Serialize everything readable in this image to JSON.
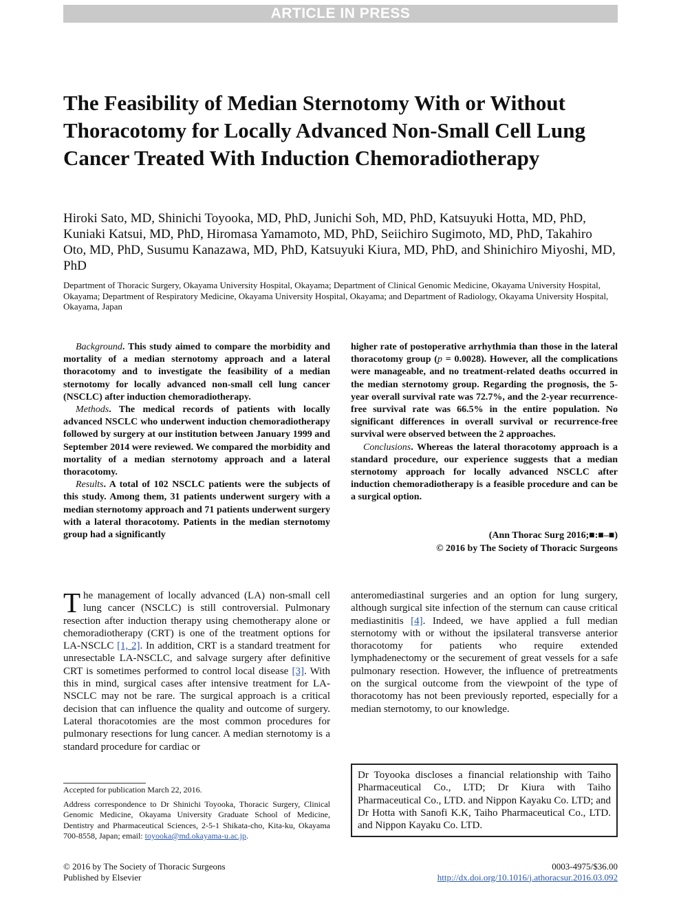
{
  "banner": "ARTICLE IN PRESS",
  "title": "The Feasibility of Median Sternotomy With or Without Thoracotomy for Locally Advanced Non-Small Cell Lung Cancer Treated With Induction Chemoradiotherapy",
  "authors": "Hiroki Sato, MD, Shinichi Toyooka, MD, PhD, Junichi Soh, MD, PhD, Katsuyuki Hotta, MD, PhD, Kuniaki Katsui, MD, PhD, Hiromasa Yamamoto, MD, PhD, Seiichiro Sugimoto, MD, PhD, Takahiro Oto, MD, PhD, Susumu Kanazawa, MD, PhD, Katsuyuki Kiura, MD, PhD, and Shinichiro Miyoshi, MD, PhD",
  "affiliation": "Department of Thoracic Surgery, Okayama University Hospital, Okayama; Department of Clinical Genomic Medicine, Okayama University Hospital, Okayama; Department of Respiratory Medicine, Okayama University Hospital, Okayama; and Department of Radiology, Okayama University Hospital, Okayama, Japan",
  "abstract": {
    "background_label": "Background",
    "background": ". This study aimed to compare the morbidity and mortality of a median sternotomy approach and a lateral thoracotomy and to investigate the feasibility of a median sternotomy for locally advanced non-small cell lung cancer (NSCLC) after induction chemoradiotherapy.",
    "methods_label": "Methods",
    "methods": ". The medical records of patients with locally advanced NSCLC who underwent induction chemoradiotherapy followed by surgery at our institution between January 1999 and September 2014 were reviewed. We compared the morbidity and mortality of a median sternotomy approach and a lateral thoracotomy.",
    "results_label": "Results",
    "results_a": ". A total of 102 NSCLC patients were the subjects of this study. Among them, 31 patients underwent surgery with a median sternotomy approach and 71 patients underwent surgery with a lateral thoracotomy. Patients in the median sternotomy group had a significantly",
    "results_b1": "higher rate of postoperative arrhythmia than those in the lateral thoracotomy group (",
    "results_b_p": "p",
    "results_b2": " = 0.0028). However, all the complications were manageable, and no treatment-related deaths occurred in the median sternotomy group. Regarding the prognosis, the 5-year overall survival rate was 72.7%, and the 2-year recurrence-free survival rate was 66.5% in the entire population. No significant differences in overall survival or recurrence-free survival were observed between the 2 approaches.",
    "conclusions_label": "Conclusions",
    "conclusions": ". Whereas the lateral thoracotomy approach is a standard procedure, our experience suggests that a median sternotomy approach for locally advanced NSCLC after induction chemoradiotherapy is a feasible procedure and can be a surgical option."
  },
  "citation": "(Ann Thorac Surg 2016;■:■–■)",
  "copyright_line": "© 2016 by The Society of Thoracic Surgeons",
  "body": {
    "dropcap": "T",
    "col1_a": "he management of locally advanced (LA) non-small cell lung cancer (NSCLC) is still controversial. Pulmonary resection after induction therapy using chemotherapy alone or chemoradiotherapy (CRT) is one of the treatment options for LA-NSCLC ",
    "ref1": "[1, 2]",
    "col1_b": ". In addition, CRT is a standard treatment for unresectable LA-NSCLC, and salvage surgery after definitive CRT is sometimes performed to control local disease ",
    "ref2": "[3]",
    "col1_c": ". With this in mind, surgical cases after intensive treatment for LA-NSCLC may not be rare. The surgical approach is a critical decision that can influence the quality and outcome of surgery. Lateral thoracotomies are the most common procedures for pulmonary resections for lung cancer. A median sternotomy is a standard procedure for cardiac or",
    "col2_a": "anteromediastinal surgeries and an option for lung surgery, although surgical site infection of the sternum can cause critical mediastinitis ",
    "ref3": "[4]",
    "col2_b": ". Indeed, we have applied a full median sternotomy with or without the ipsilateral transverse anterior thoracotomy for patients who require extended lymphadenectomy or the securement of great vessels for a safe pulmonary resection. However, the influence of pretreatments on the surgical outcome from the viewpoint of the type of thoracotomy has not been previously reported, especially for a median sternotomy, to our knowledge."
  },
  "disclosure": "Dr Toyooka discloses a financial relationship with Taiho Pharmaceutical Co., LTD; Dr Kiura with Taiho Pharmaceutical Co., LTD. and Nippon Kayaku Co. LTD; and Dr Hotta with Sanofi K.K, Taiho Pharmaceutical Co., LTD. and Nippon Kayaku Co. LTD.",
  "footnotes": {
    "accepted": "Accepted for publication March 22, 2016.",
    "address": "Address correspondence to Dr Shinichi Toyooka, Thoracic Surgery, Clinical Genomic Medicine, Okayama University Graduate School of Medicine, Dentistry and Pharmaceutical Sciences, 2-5-1 Shikata-cho, Kita-ku, Okayama 700-8558, Japan; email: ",
    "email": "toyooka@md.okayama-u.ac.jp",
    "address_end": "."
  },
  "footer": {
    "copyright": "© 2016 by The Society of Thoracic Surgeons",
    "publisher": "Published by Elsevier",
    "issn": "0003-4975/$36.00",
    "doi": "http://dx.doi.org/10.1016/j.athoracsur.2016.03.092"
  }
}
